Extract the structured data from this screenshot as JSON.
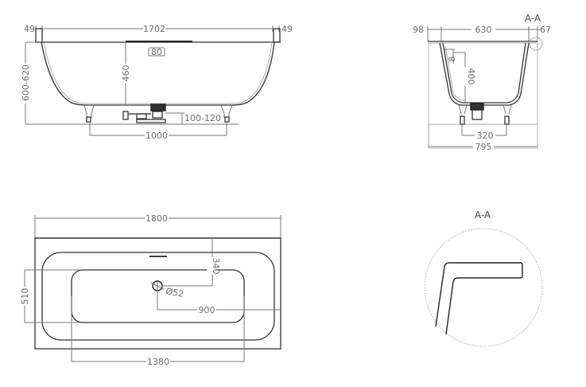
{
  "drawing": {
    "type": "technical-drawing",
    "subject": "bathtub dimensional drawing",
    "units": "mm"
  },
  "side_view": {
    "dims": {
      "rim_left": "49",
      "overall_length_top": "1702",
      "rim_right": "49",
      "height": "600-620",
      "inner_depth": "460",
      "overflow": "80",
      "drain_height": "100-120",
      "feet_spacing": "1000"
    }
  },
  "end_view": {
    "section_marker": "A-A",
    "dims": {
      "rim_left": "98",
      "inner_width_top": "630",
      "rim_right": "67",
      "rim_thickness": "8",
      "depth": "400",
      "feet_spacing": "320",
      "overall_width": "795"
    }
  },
  "top_view": {
    "dims": {
      "overall_length": "1800",
      "width": "510",
      "drain_offset_y": "340",
      "drain_diameter": "Ø52",
      "drain_offset_x": "900",
      "inner_length": "1380"
    }
  },
  "detail_view": {
    "title": "A-A"
  }
}
